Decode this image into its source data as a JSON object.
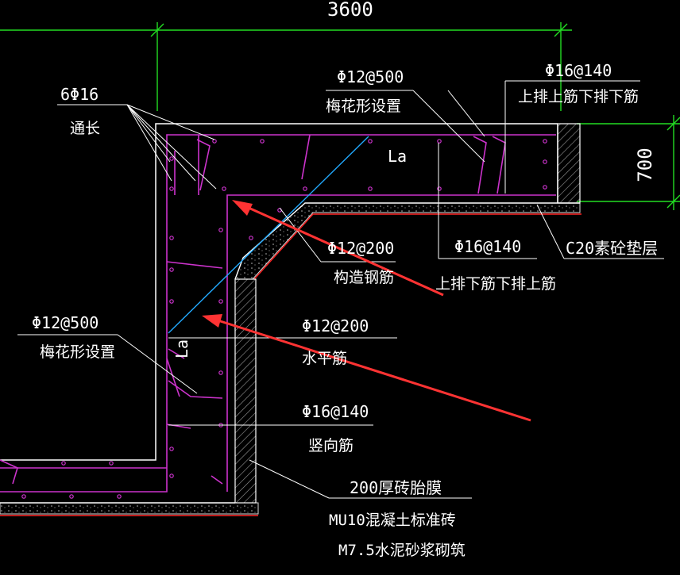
{
  "colors": {
    "background": "#000000",
    "concrete_outline": "#ffffff",
    "rebar": "#cc33cc",
    "dimension": "#22dd22",
    "anchorage": "#22aaff",
    "annotation_arrow": "#ff3333",
    "cushion_edge": "#ff2222",
    "brick_hatch": "#888888"
  },
  "icons": {
    "arrow": "red-arrow-icon",
    "hatch": "brick-hatch-pattern"
  },
  "dimensions": {
    "top_width": "3600",
    "right_height": "700"
  },
  "labels": {
    "top_bars_count": "6Φ16",
    "top_bars_note": "通长",
    "plum_spacing_top": "Φ12@500",
    "plum_spacing_top_note": "梅花形设置",
    "slab_top_bars": "Φ16@140",
    "slab_top_bars_note": "上排上筋下排下筋",
    "anchor_top": "La",
    "construct_bars": "Φ12@200",
    "construct_bars_note": "构造钢筋",
    "slab_bottom_bars": "Φ16@140",
    "slab_bottom_bars_note": "上排下筋下排上筋",
    "cushion_layer": "C20素砼垫层",
    "plum_spacing_left": "Φ12@500",
    "plum_spacing_left_note": "梅花形设置",
    "anchor_left": "La",
    "horizontal_bars": "Φ12@200",
    "horizontal_bars_note": "水平筋",
    "vertical_bars": "Φ16@140",
    "vertical_bars_note": "竖向筋",
    "brick_membrane": "200厚砖胎膜",
    "brick_spec": "MU10混凝土标准砖",
    "mortar_spec": "M7.5水泥砂浆砌筑"
  }
}
